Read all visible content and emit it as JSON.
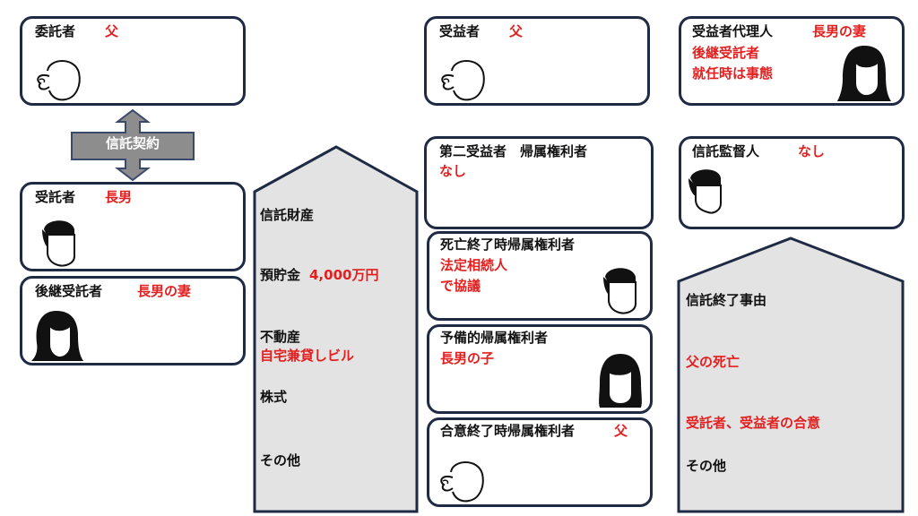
{
  "settlor": {
    "role": "委託者",
    "name": "父"
  },
  "contract": {
    "label": "信託契約"
  },
  "trustee": {
    "role": "受託者",
    "name": "長男"
  },
  "successor_trustee": {
    "role": "後継受託者",
    "name": "長男の妻"
  },
  "trust_property": {
    "title": "信託財産",
    "deposit_label": "預貯金",
    "deposit_amount": "4,000万円",
    "real_estate_label": "不動産",
    "real_estate_detail": "自宅兼貸しビル",
    "stock": "株式",
    "other": "その他"
  },
  "beneficiary": {
    "role": "受益者",
    "name": "父"
  },
  "second_beneficiary": {
    "role": "第二受益者　帰属権利者",
    "name": "なし"
  },
  "death_holder": {
    "role": "死亡終了時帰属権利者",
    "line1": "法定相続人",
    "line2": "で協議"
  },
  "reserve_holder": {
    "role": "予備的帰属権利者",
    "name": "長男の子"
  },
  "agreement_holder": {
    "role": "合意終了時帰属権利者",
    "name": "父"
  },
  "agent": {
    "role": "受益者代理人",
    "name": "長男の妻",
    "line2": "後継受託者",
    "line3": "就任時は事態"
  },
  "supervisor": {
    "role": "信託監督人",
    "name": "なし"
  },
  "termination": {
    "title": "信託終了事由",
    "reason1": "父の死亡",
    "reason2": "受託者、受益者の合意",
    "reason3": "その他"
  }
}
